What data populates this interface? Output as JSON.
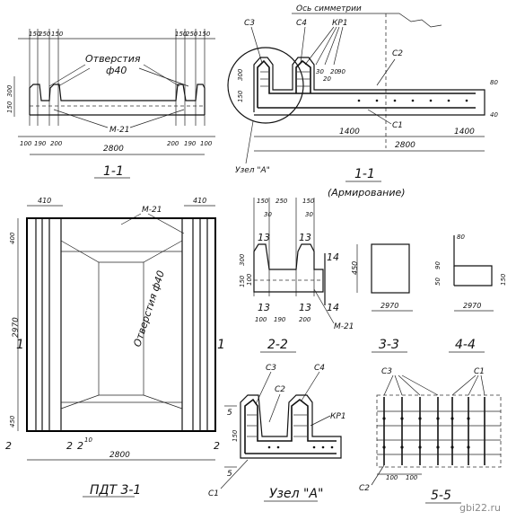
{
  "top_left": {
    "dims_top": [
      "150",
      "250",
      "150",
      "150",
      "250",
      "150"
    ],
    "holes_label": "Отверстия",
    "holes_dia": "ф40",
    "dims_left": [
      "300",
      "150"
    ],
    "mesh_label": "М-21",
    "dims_bottom": [
      "100",
      "190",
      "200",
      "200",
      "190",
      "100"
    ],
    "overall": "2800",
    "title": "1-1"
  },
  "top_right": {
    "axis_label": "Ось симметрии",
    "c3": "С3",
    "c4": "С4",
    "kp1": "КР1",
    "c2": "С2",
    "c1": "С1",
    "dims_left": [
      "300",
      "150"
    ],
    "small_dims": [
      "30",
      "20",
      "20",
      "90"
    ],
    "right_dims": [
      "80",
      "40"
    ],
    "span_left": "1400",
    "span_right": "1400",
    "overall": "2800",
    "node_label": "Узел \"А\"",
    "title": "1-1",
    "subtitle": "(Армирование)"
  },
  "plan": {
    "dim_left_top": "410",
    "dim_right_top": "410",
    "mesh_label": "М-21",
    "holes_label": "Отверстия ф40",
    "dim_400": "400",
    "dim_450": "450",
    "height": "2970",
    "width": "2800",
    "small_dim": "10",
    "sec1_left": "1",
    "sec1_right": "1",
    "sec2_left": "2",
    "sec2_right": "2",
    "sec2_arrow_left": "2",
    "sec2_arrow_right": "2",
    "title": "ПДТ 3-1"
  },
  "sec22": {
    "dims_top": [
      "150",
      "250",
      "150"
    ],
    "dims_small": [
      "30",
      "30"
    ],
    "marks": [
      "13",
      "13",
      "14",
      "13",
      "13",
      "14"
    ],
    "dims_left": [
      "300",
      "150",
      "100"
    ],
    "dims_bottom": [
      "100",
      "190",
      "200"
    ],
    "mesh_label": "М-21",
    "title": "2-2"
  },
  "sec33": {
    "height": "450",
    "length": "2970",
    "title": "3-3"
  },
  "sec44": {
    "dims_left": [
      "50",
      "90"
    ],
    "top_dim": "80",
    "right_dim": "150",
    "length": "2970",
    "title": "4-4"
  },
  "node_a": {
    "c3": "С3",
    "c4": "С4",
    "c2": "С2",
    "kp1": "КР1",
    "c1": "С1",
    "mark_top": "5",
    "mark_bot": "5",
    "dim_150": "150",
    "title": "Узел \"А\""
  },
  "sec55": {
    "c3": "С3",
    "c1": "С1",
    "c2": "С2",
    "dims": [
      "100",
      "100"
    ],
    "title": "5-5"
  },
  "watermark": "gbi22.ru"
}
